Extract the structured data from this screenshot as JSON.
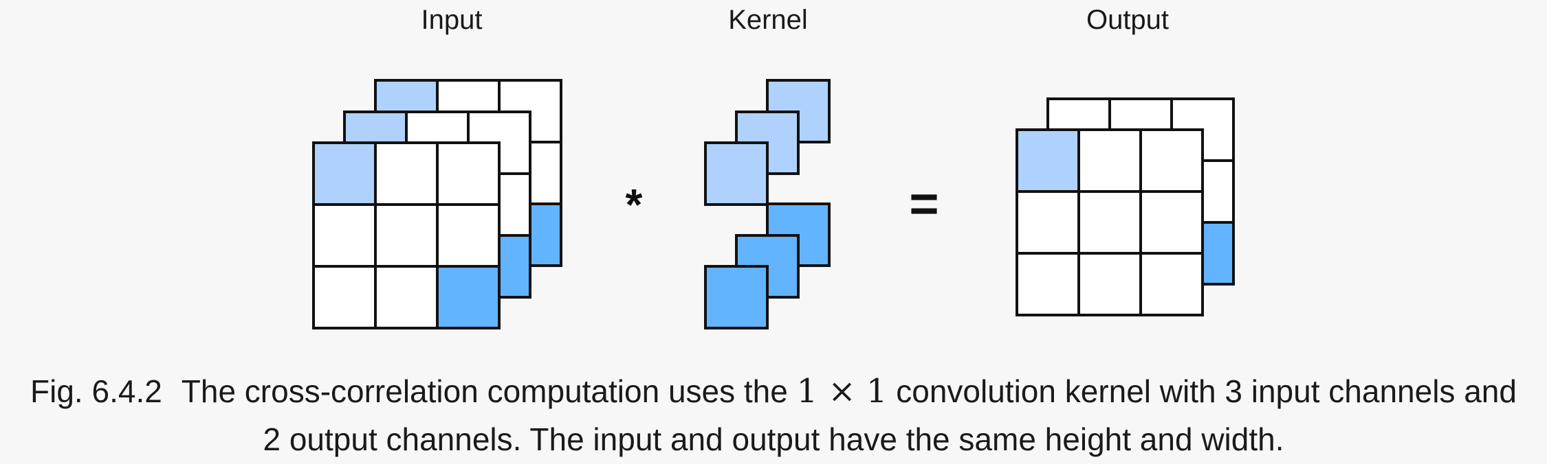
{
  "labels": {
    "input": "Input",
    "kernel": "Kernel",
    "output": "Output"
  },
  "operators": {
    "convolve": "*",
    "equals": "="
  },
  "colors": {
    "background": "#f7f7f7",
    "light_blue": "#aed2fd",
    "dark_blue": "#63b4ff",
    "white": "#ffffff",
    "stroke": "#111111"
  },
  "caption": {
    "fig_number": "Fig. 6.4.2",
    "text_before_math": "The cross-correlation computation uses the",
    "math": "1 × 1",
    "text_line1_after_math": "convolution kernel with 3 input channels and",
    "line2": "2 output channels. The input and output have the same height and width."
  }
}
